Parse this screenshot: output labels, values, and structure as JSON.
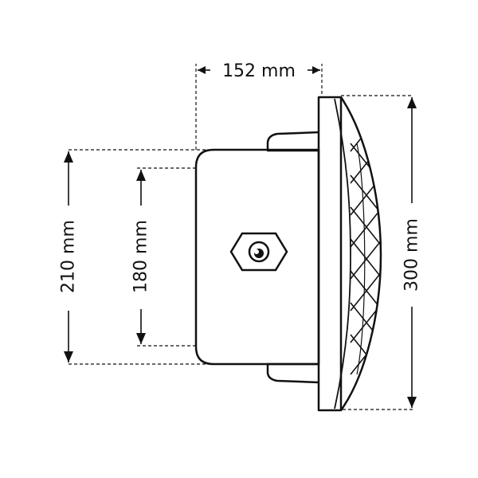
{
  "dimensions": {
    "depth": "152 mm",
    "housing_height_outer": "210 mm",
    "housing_height_inner": "180 mm",
    "face_height": "300 mm"
  },
  "colors": {
    "line": "#111111",
    "background": "#ffffff"
  },
  "icons": {
    "fitting": "hex-nut-icon"
  }
}
